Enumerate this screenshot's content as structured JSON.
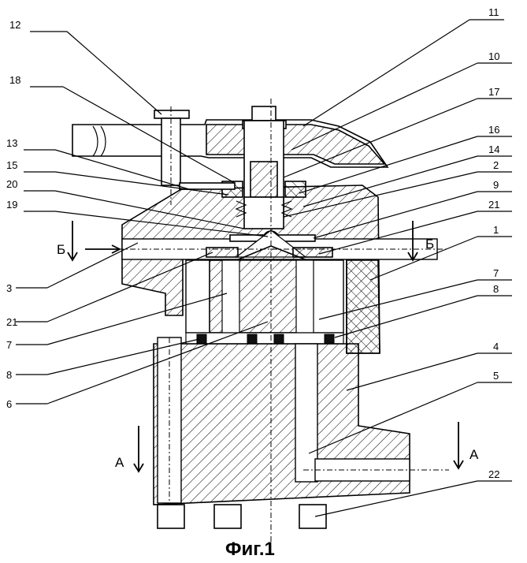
{
  "figure": {
    "caption": "Фиг.1",
    "callouts": [
      "12",
      "11",
      "10",
      "18",
      "17",
      "16",
      "13",
      "14",
      "15",
      "2",
      "20",
      "9",
      "19",
      "21",
      "1",
      "3",
      "7",
      "8",
      "21",
      "7",
      "8",
      "6",
      "4",
      "5",
      "22"
    ],
    "section_marks": {
      "b_left": "Б",
      "b_right": "Б",
      "a_left": "А",
      "a_right": "А"
    }
  }
}
